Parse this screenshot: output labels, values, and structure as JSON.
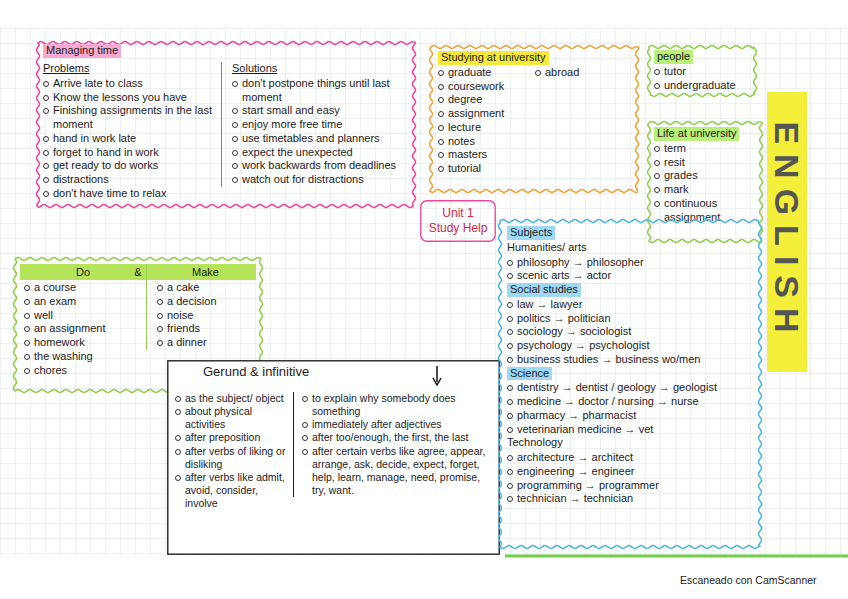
{
  "diagram": {
    "nodes": [
      {
        "text": [
          "Managing time"
        ]
      },
      {
        "text": [
          "Problems",
          "Arrive late to class",
          "Know the lessons you have",
          "Finishing assignments in the last moment",
          "hand in work late",
          "forget to hand in work",
          "get ready to do works",
          "distractions",
          "don't have time to relax"
        ],
        "in": 0
      },
      {
        "text": [
          "Solutions",
          "don't postpone things until last moment",
          "start small and easy",
          "enjoy more free time",
          "use timetables and planners",
          "expect the unexpected",
          "work backwards from deadlines",
          "watch out for distractions"
        ],
        "in": 0
      },
      {
        "text": [
          "Studying at university",
          "graduate",
          "coursework",
          "degree",
          "assignment",
          "lecture",
          "notes",
          "masters",
          "tutorial",
          "abroad"
        ]
      },
      {
        "text": [
          "people",
          "tutor",
          "undergraduate"
        ]
      },
      {
        "text": [
          "Life at university",
          "term",
          "resit",
          "grades",
          "mark",
          "continuous assignment"
        ]
      },
      {
        "text": [
          "Unit 1 Study Help"
        ]
      },
      {
        "text": [
          "&"
        ]
      },
      {
        "text": [
          "Do",
          "a course",
          "an exam",
          "well",
          "an assignment",
          "homework",
          "the washing",
          "chores"
        ],
        "in": 7
      },
      {
        "text": [
          "Make",
          "a cake",
          "a decision",
          "noise",
          "friends",
          "a dinner"
        ],
        "in": 7
      },
      {
        "text": [
          "Gerund & infinitive"
        ]
      },
      {
        "text": [
          "as the subject/ object",
          "about physical activities",
          "after preposition",
          "after verbs of liking or disliking",
          "after verbs like admit, avoid, consider, involve"
        ],
        "in": 10
      },
      {
        "text": [
          "to explain why somebody does something",
          "immediately after adjectives",
          "after too/enough, the first, the last",
          "after certain verbs like agree, appear, arrange, ask, decide, expect, forget, help, learn, manage, need, promise, try, want."
        ],
        "in": 10
      },
      {
        "text": [
          "Subjects",
          "Humanities/ arts",
          "philosophy → philosopher",
          "scenic arts → actor",
          "Social studies",
          "law → lawyer",
          "politics → politician",
          "sociology → sociologist",
          "psychology → psychologist",
          "business studies → business wo/men",
          "Science",
          "dentistry → dentist / geology → geologist",
          "medicine → doctor / nursing → nurse",
          "pharmacy → pharmacist",
          "veterinarian medicine → vet",
          "Technology",
          "architecture → architect",
          "engineering → engineer",
          "programming → programmer",
          "technician → technician"
        ]
      }
    ],
    "labels": [
      "ENGLISH",
      "Escaneado con CamScanner"
    ]
  }
}
